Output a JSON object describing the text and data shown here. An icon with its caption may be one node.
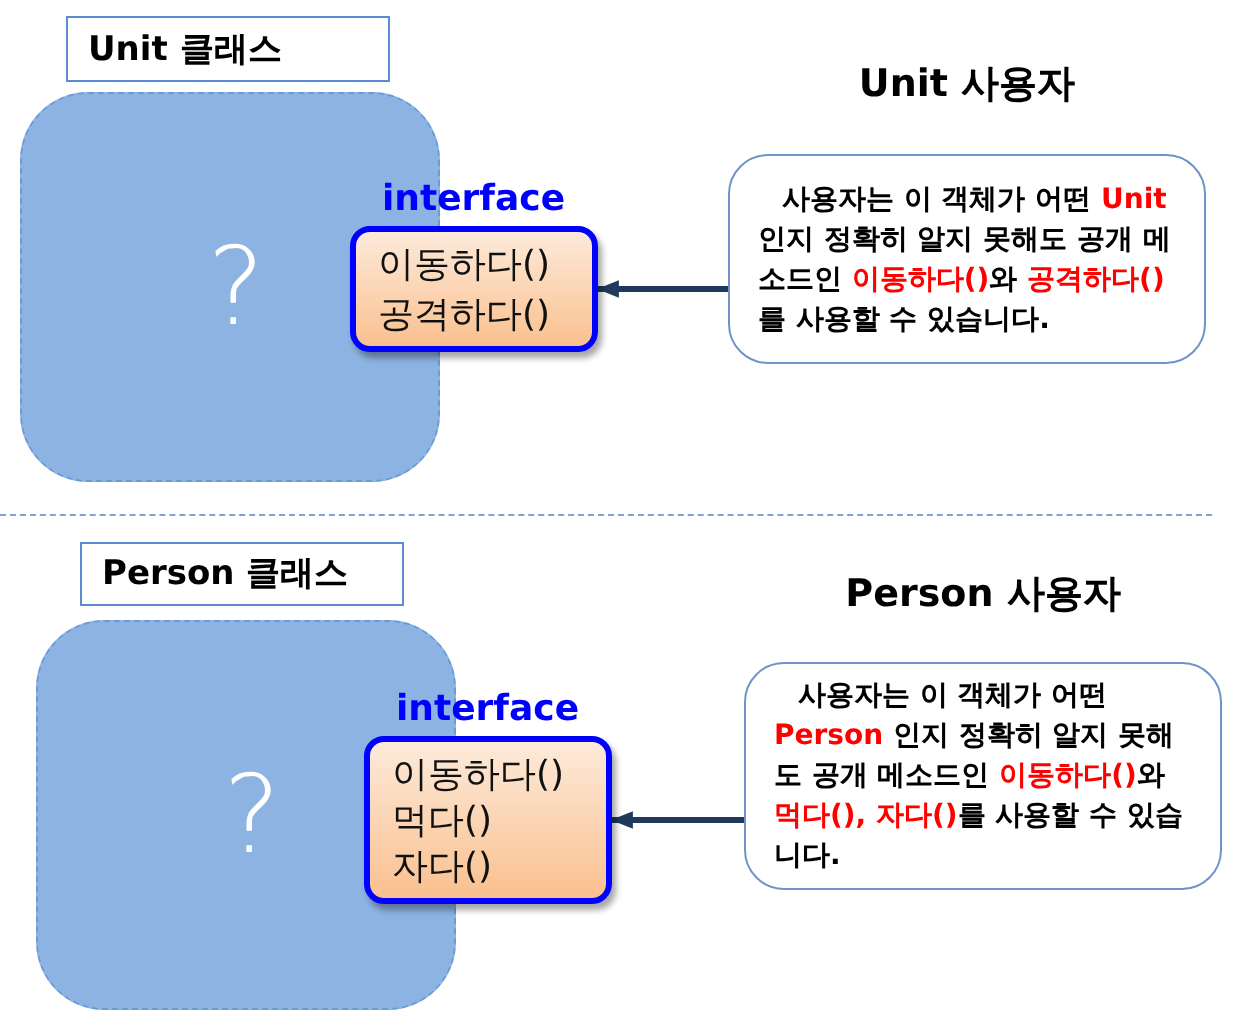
{
  "diagram": {
    "nodes": [
      {
        "text": [
          "Unit 클래스"
        ]
      },
      {
        "text": [
          "?"
        ]
      },
      {
        "text": [
          "interface",
          "이동하다()",
          "공격하다()"
        ]
      },
      {
        "text": [
          "Unit 사용자",
          "사용자는 이 객체가 어떤 **Unit** 인지 정확히 알지 못해도 공개 메소드인 **이동하다()**와 **공격하다()**를 사용할 수 있습니다."
        ]
      },
      {
        "text": [
          "Person 클래스"
        ]
      },
      {
        "text": [
          "?"
        ]
      },
      {
        "text": [
          "interface",
          "이동하다()",
          "먹다()",
          "자다()"
        ]
      },
      {
        "text": [
          "Person 사용자",
          "사용자는 이 객체가 어떤 **Person** 인지 정확히 알지 못해도 공개 메소드인 **이동하다()**와 **먹다(), 자다()**를 사용할 수 있습니다."
        ]
      }
    ],
    "edges": [
      {
        "from": 3,
        "to": 2,
        "arrow": "to"
      },
      {
        "from": 7,
        "to": 6,
        "arrow": "to"
      }
    ]
  }
}
